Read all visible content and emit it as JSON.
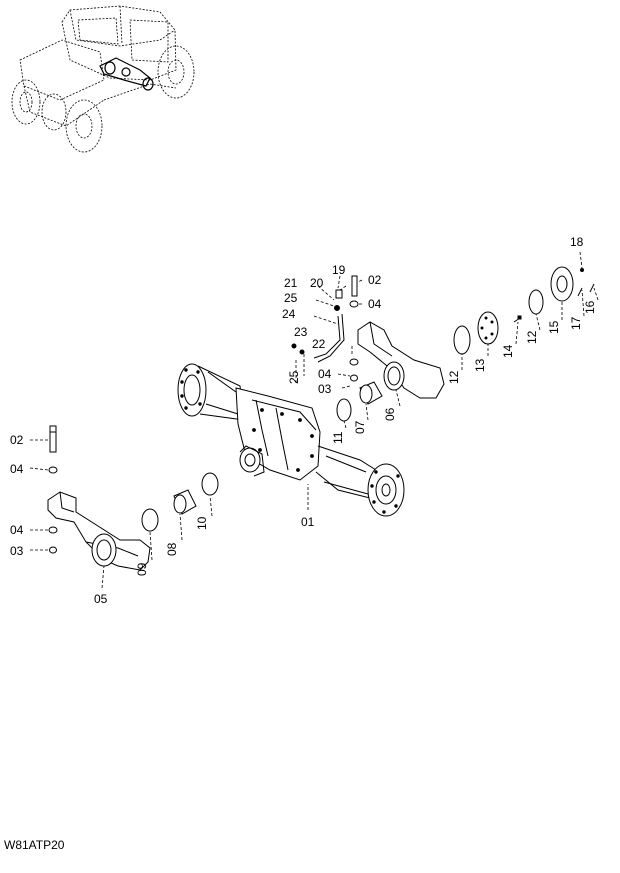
{
  "drawing_code": "W81ATP20",
  "callouts": {
    "c01": "01",
    "c02a": "02",
    "c02b": "02",
    "c03a": "03",
    "c03b": "03",
    "c04a": "04",
    "c04b": "04",
    "c04c": "04",
    "c04d": "04",
    "c05": "05",
    "c06": "06",
    "c07": "07",
    "c08": "08",
    "c09": "09",
    "c10": "10",
    "c11": "11",
    "c12a": "12",
    "c12b": "12",
    "c13": "13",
    "c14": "14",
    "c15": "15",
    "c16": "16",
    "c17": "17",
    "c18": "18",
    "c19": "19",
    "c20": "20",
    "c21": "21",
    "c22": "22",
    "c23": "23",
    "c24": "24",
    "c25a": "25",
    "c25b": "25"
  }
}
